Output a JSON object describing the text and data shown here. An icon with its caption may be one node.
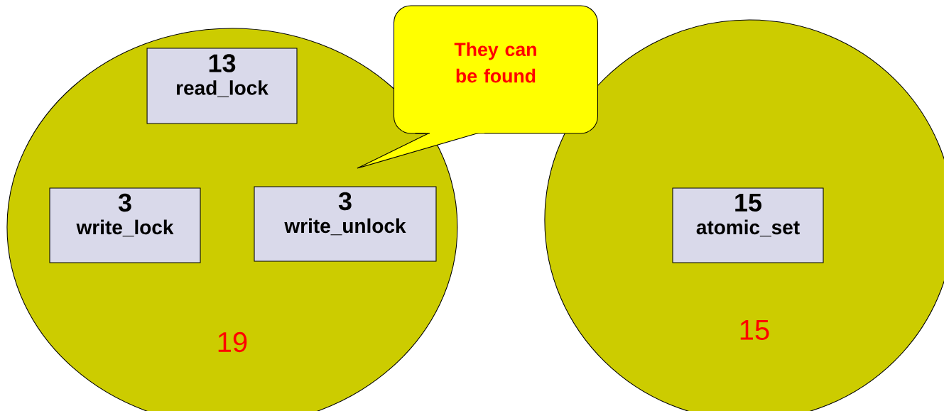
{
  "diagram": {
    "nodes": [
      {
        "text": [
          "19"
        ]
      },
      {
        "text": [
          "13",
          "read_lock"
        ],
        "in": 0
      },
      {
        "text": [
          "3",
          "write_lock"
        ],
        "in": 0
      },
      {
        "text": [
          "3",
          "write_unlock"
        ],
        "in": 0
      },
      {
        "text": [
          "They can be found"
        ]
      },
      {
        "text": [
          "15"
        ]
      },
      {
        "text": [
          "15",
          "atomic_set"
        ],
        "in": 5
      }
    ]
  }
}
